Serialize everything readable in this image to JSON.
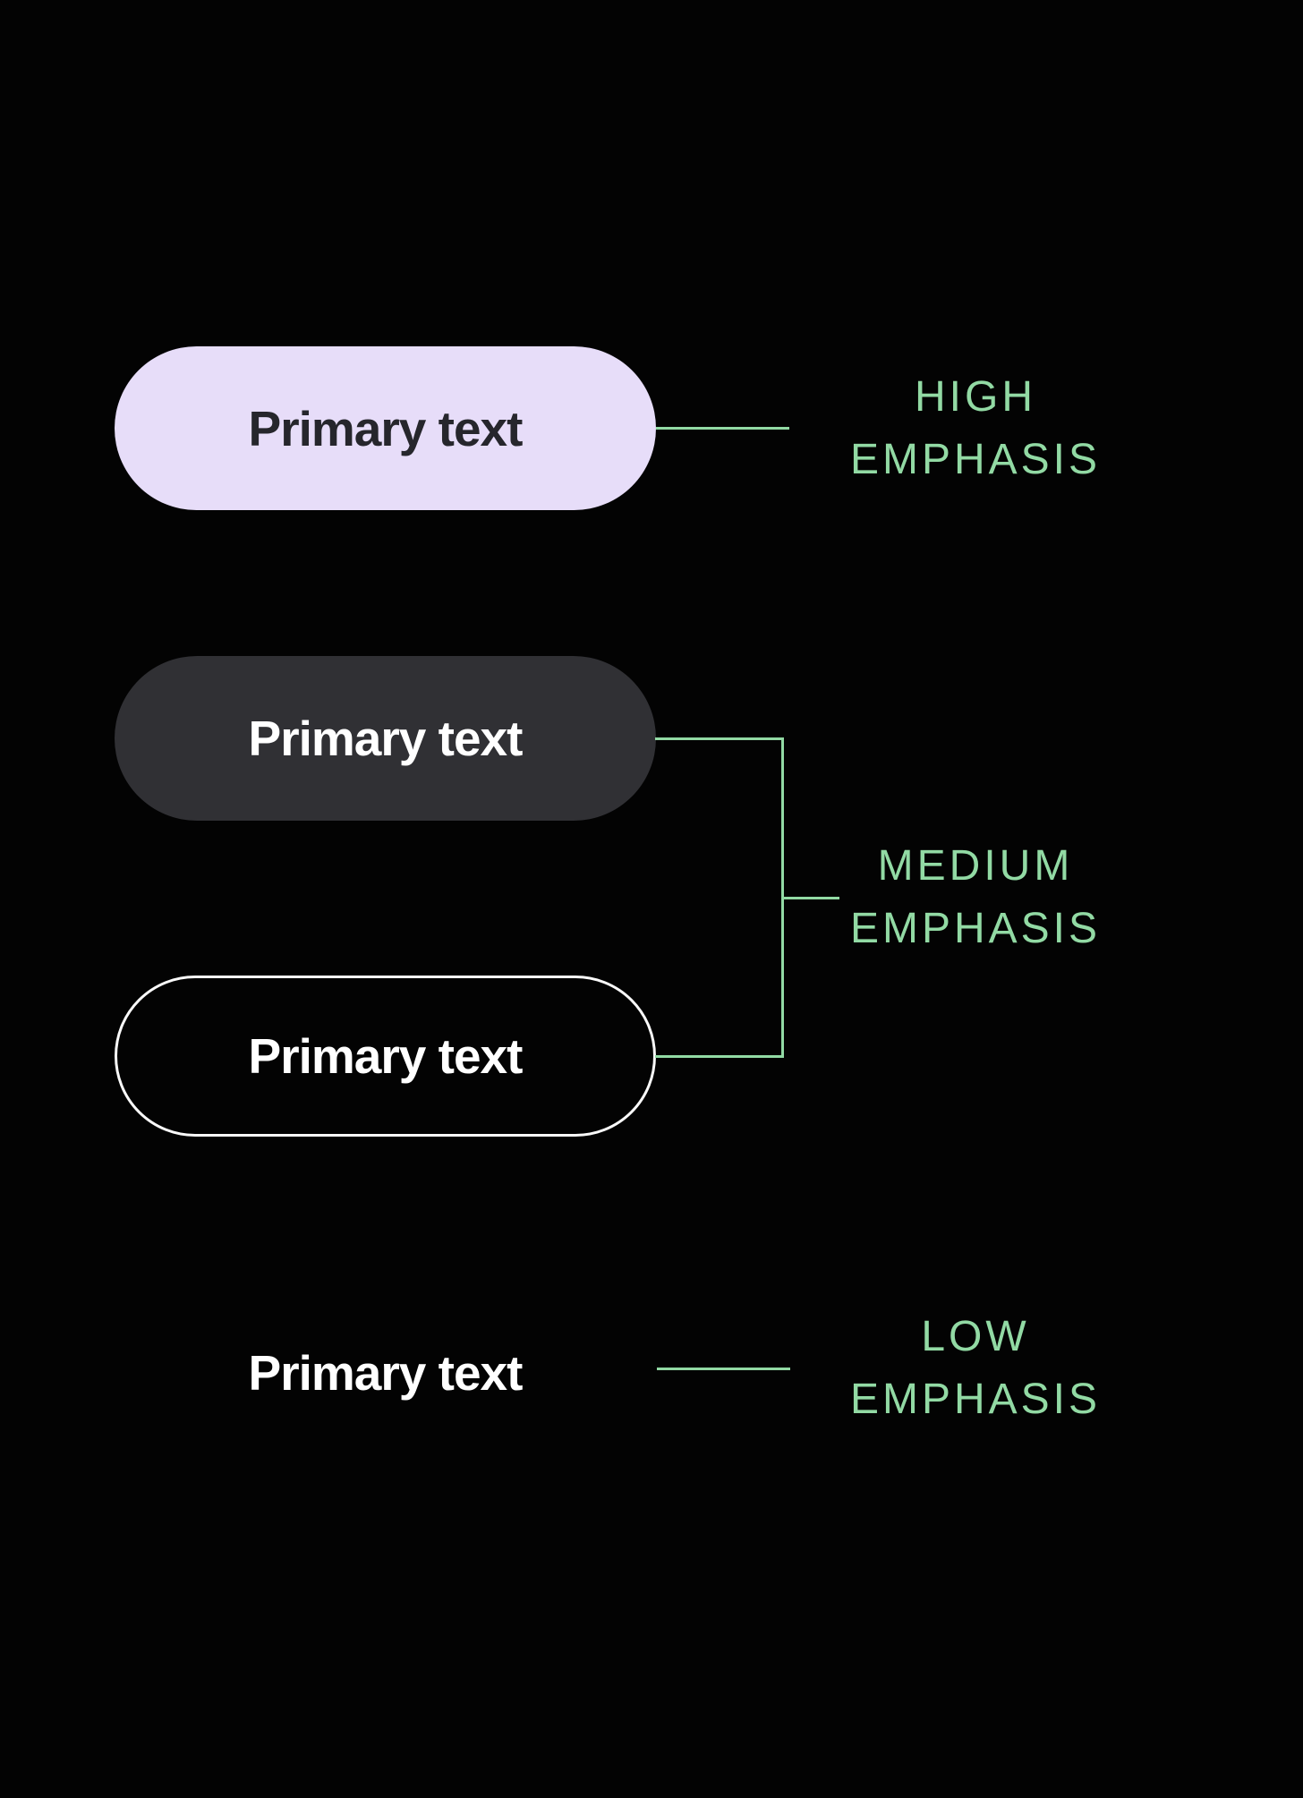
{
  "colors": {
    "background": "#030303",
    "accent_green": "#92DAA4",
    "lavender_fill": "#E7DDF9",
    "dark_fill": "#303034",
    "dark_text": "#26262C",
    "light_text": "#FFFFFF"
  },
  "buttons": [
    {
      "label": "Primary text",
      "variant": "filled",
      "emphasis": "high"
    },
    {
      "label": "Primary text",
      "variant": "tonal",
      "emphasis": "medium"
    },
    {
      "label": "Primary text",
      "variant": "outlined",
      "emphasis": "medium"
    },
    {
      "label": "Primary text",
      "variant": "text",
      "emphasis": "low"
    }
  ],
  "annotations": [
    {
      "line1": "HIGH",
      "line2": "EMPHASIS"
    },
    {
      "line1": "MEDIUM",
      "line2": "EMPHASIS"
    },
    {
      "line1": "LOW",
      "line2": "EMPHASIS"
    }
  ]
}
